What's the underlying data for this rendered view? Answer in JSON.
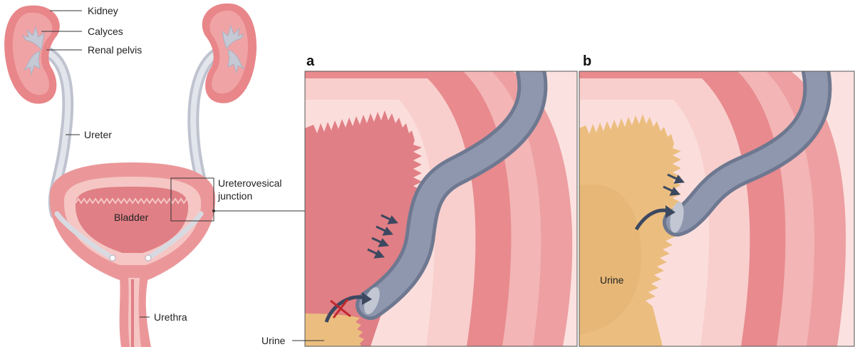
{
  "anatomy_labels": {
    "kidney": "Kidney",
    "calyces": "Calyces",
    "renal_pelvis": "Renal pelvis",
    "ureter": "Ureter",
    "bladder": "Bladder",
    "junction": "Ureterovesical",
    "junction_line2": "junction",
    "urethra": "Urethra"
  },
  "panel_a": {
    "letter": "a",
    "urine_label": "Urine"
  },
  "panel_b": {
    "letter": "b",
    "urine_label": "Urine"
  },
  "colors": {
    "kidney": "#e8868a",
    "ureter": "#c9ccd6",
    "bladder_wall": "#ec9ea0",
    "tube": "#8a93a8",
    "urine": "#ebbe7f",
    "arrow": "#3c4860",
    "blocked_mark": "#c0272d"
  }
}
